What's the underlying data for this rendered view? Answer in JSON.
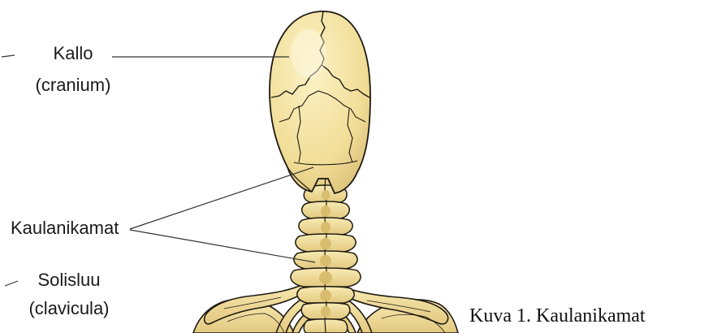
{
  "labels": {
    "skull": "Kallo",
    "skull_latin": "(cranium)",
    "cervical_vertebrae": "Kaulanikamat",
    "collarbone": "Solisluu",
    "collarbone_latin": "(clavicula)"
  },
  "caption": "Kuva 1. Kaulanikamat",
  "colors": {
    "bone": "#f5e6a8",
    "bone_shade": "#e3cc7d",
    "outline": "#1e1a12",
    "leader_line": "#333333"
  }
}
